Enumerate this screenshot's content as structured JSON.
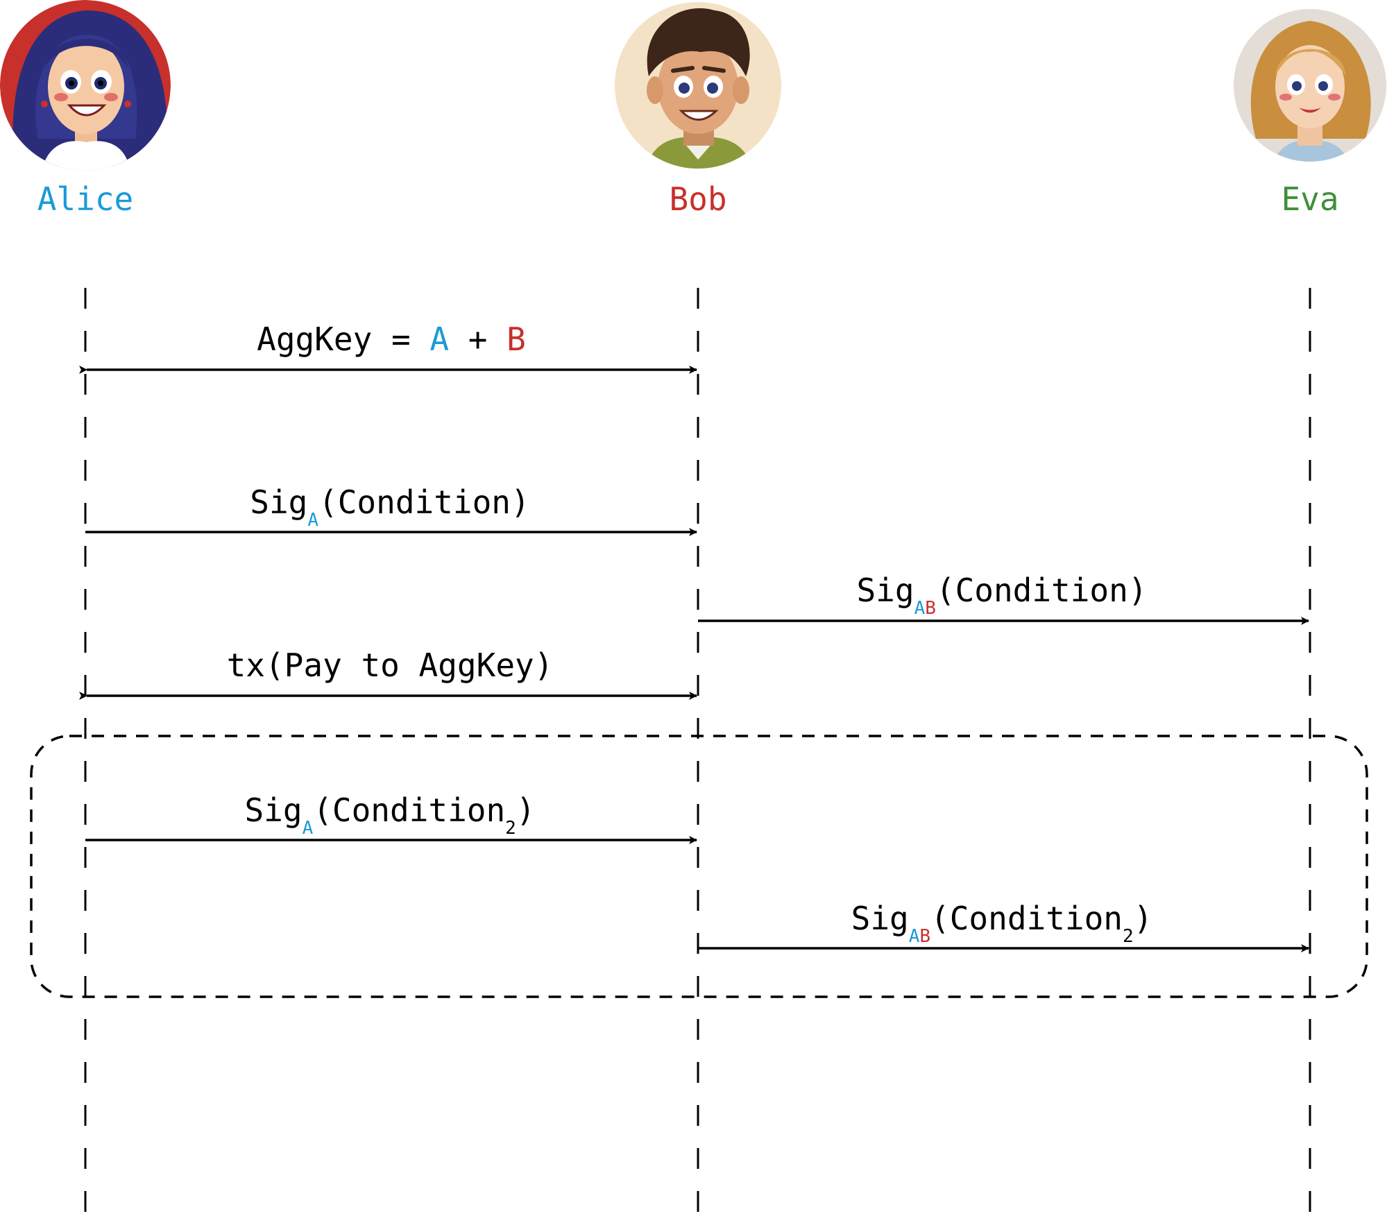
{
  "colors": {
    "alice": "#1a9ad6",
    "bob": "#c8302c",
    "eva": "#3f8f3a",
    "line": "#000000"
  },
  "actors": [
    {
      "id": "alice",
      "name": "Alice",
      "avatar_icon": "woman-blue-hair-avatar-icon"
    },
    {
      "id": "bob",
      "name": "Bob",
      "avatar_icon": "man-brown-hair-avatar-icon"
    },
    {
      "id": "eva",
      "name": "Eva",
      "avatar_icon": "woman-blonde-hair-avatar-icon"
    }
  ],
  "messages": [
    {
      "from": "alice",
      "to": "bob",
      "bidirectional": true,
      "label": {
        "prefix": "AggKey = ",
        "a": "A",
        "plus": " + ",
        "b": "B"
      }
    },
    {
      "from": "alice",
      "to": "bob",
      "bidirectional": false,
      "label": {
        "base": "Sig",
        "sub": [
          "A"
        ],
        "arg": "(Condition)",
        "arg_sub": ""
      }
    },
    {
      "from": "bob",
      "to": "eva",
      "bidirectional": false,
      "label": {
        "base": "Sig",
        "sub": [
          "A",
          "B"
        ],
        "arg": "(Condition)",
        "arg_sub": ""
      }
    },
    {
      "from": "alice",
      "to": "bob",
      "bidirectional": true,
      "label": {
        "text": "tx(Pay to AggKey)"
      }
    },
    {
      "from": "alice",
      "to": "bob",
      "bidirectional": false,
      "label": {
        "base": "Sig",
        "sub": [
          "A"
        ],
        "arg": "(Condition",
        "arg_sub": "2",
        "close": ")"
      }
    },
    {
      "from": "bob",
      "to": "eva",
      "bidirectional": false,
      "label": {
        "base": "Sig",
        "sub": [
          "A",
          "B"
        ],
        "arg": "(Condition",
        "arg_sub": "2",
        "close": ")"
      }
    }
  ]
}
